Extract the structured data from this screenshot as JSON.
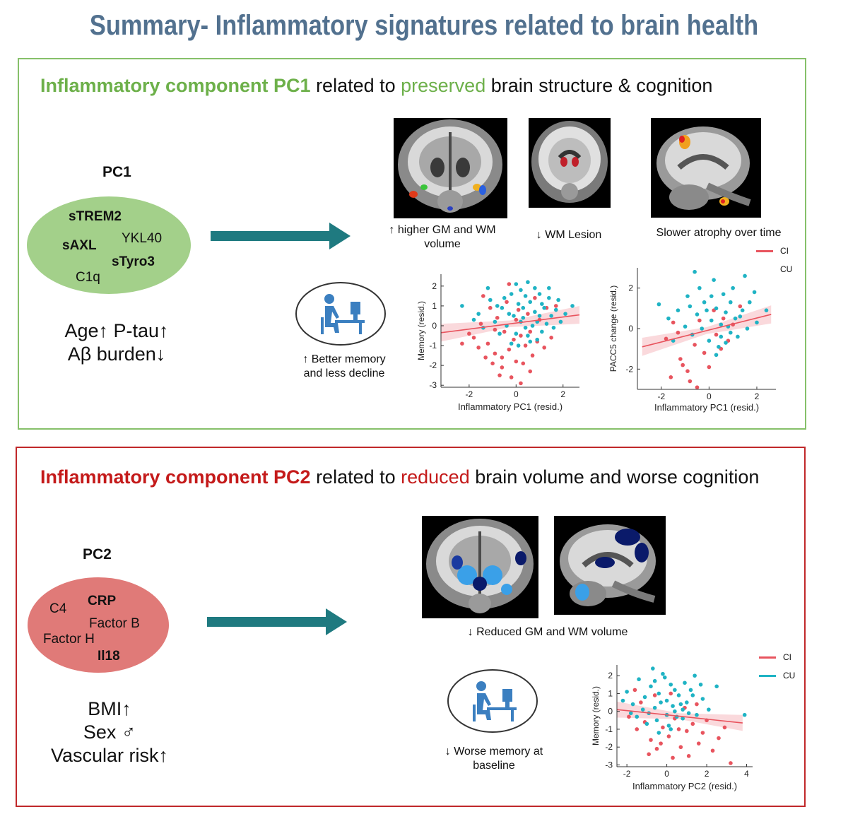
{
  "title": "Summary- Inflammatory signatures related to brain health",
  "panel1": {
    "heading_lead": "Inflammatory component PC1",
    "heading_mid": " related to ",
    "heading_key": "preserved",
    "heading_tail": " brain structure & cognition",
    "pc_label": "PC1",
    "markers": [
      "sTREM2",
      "YKL40",
      "sAXL",
      "sTyro3",
      "C1q"
    ],
    "risk_lines": [
      "Age↑ P-tau↑",
      "Aβ burden↓"
    ],
    "brain_captions": [
      "↑ higher GM and WM volume",
      "↓ WM Lesion",
      "Slower atrophy over time"
    ],
    "cognition_caption": "↑ Better memory and less decline",
    "legend": [
      "CI",
      "CU"
    ]
  },
  "panel2": {
    "heading_lead": "Inflammatory component PC2",
    "heading_mid": " related to ",
    "heading_key": "reduced",
    "heading_tail": " brain volume and worse cognition",
    "pc_label": "PC2",
    "markers": [
      "C4",
      "CRP",
      "Factor B",
      "Factor H",
      "Il18"
    ],
    "risk_lines": [
      "BMI↑",
      "Sex ♂",
      "Vascular risk↑"
    ],
    "brain_caption": "↓ Reduced GM and WM volume",
    "cognition_caption": "↓ Worse memory at baseline",
    "legend": [
      "CI",
      "CU"
    ]
  },
  "colors": {
    "ci": "#e8545e",
    "cu": "#1fb3c4",
    "arrow": "#1f7a80",
    "pc1_fill": "#a3d08a",
    "pc2_fill": "#e07a78"
  },
  "chart_data": [
    {
      "type": "scatter",
      "xlabel": "Inflammatory PC1 (resid.)",
      "ylabel": "Memory (resid.)",
      "xlim": [
        -3.2,
        2.7
      ],
      "ylim": [
        -3.1,
        2.6
      ],
      "xticks": [
        -2,
        0,
        2
      ],
      "yticks": [
        2,
        1,
        0,
        -1,
        -2,
        -3
      ],
      "fit": {
        "x": [
          -3.2,
          2.7
        ],
        "y": [
          -0.35,
          0.55
        ]
      },
      "series": [
        {
          "name": "CI",
          "points": [
            [
              -1.8,
              -0.6
            ],
            [
              -1.2,
              -0.9
            ],
            [
              -0.9,
              -1.4
            ],
            [
              -0.6,
              -2.1
            ],
            [
              -0.3,
              -1.2
            ],
            [
              0.0,
              -1.8
            ],
            [
              0.2,
              -0.5
            ],
            [
              -1.5,
              0.1
            ],
            [
              -0.8,
              0.4
            ],
            [
              0.4,
              -1.0
            ],
            [
              0.6,
              -2.3
            ],
            [
              -0.2,
              -2.6
            ],
            [
              0.9,
              -0.8
            ],
            [
              -1.0,
              -1.9
            ],
            [
              -0.5,
              -0.3
            ],
            [
              0.1,
              0.8
            ],
            [
              -1.3,
              -1.6
            ],
            [
              0.7,
              -1.5
            ],
            [
              -0.4,
              1.2
            ],
            [
              1.2,
              -1.1
            ],
            [
              -2.0,
              -0.4
            ],
            [
              -0.7,
              -2.5
            ],
            [
              0.3,
              -1.9
            ],
            [
              1.0,
              0.3
            ],
            [
              -1.1,
              0.9
            ],
            [
              0.5,
              0.6
            ],
            [
              -0.1,
              -0.7
            ],
            [
              1.5,
              -0.6
            ],
            [
              -1.6,
              -1.1
            ],
            [
              0.8,
              1.4
            ],
            [
              -0.3,
              2.1
            ],
            [
              -1.4,
              1.5
            ],
            [
              0.2,
              -2.9
            ],
            [
              1.3,
              0.9
            ],
            [
              -0.9,
              -0.2
            ],
            [
              0.0,
              0.3
            ],
            [
              -2.3,
              -0.9
            ],
            [
              0.6,
              -0.3
            ],
            [
              1.7,
              1.0
            ],
            [
              -0.6,
              -1.6
            ]
          ]
        },
        {
          "name": "CU",
          "points": [
            [
              -2.3,
              1.0
            ],
            [
              -1.6,
              0.6
            ],
            [
              -1.1,
              1.3
            ],
            [
              -0.6,
              0.9
            ],
            [
              -0.2,
              1.6
            ],
            [
              0.1,
              1.1
            ],
            [
              0.3,
              0.4
            ],
            [
              0.6,
              1.2
            ],
            [
              0.9,
              0.2
            ],
            [
              1.2,
              0.9
            ],
            [
              1.5,
              0.5
            ],
            [
              1.8,
              1.3
            ],
            [
              2.1,
              0.6
            ],
            [
              -0.4,
              0.0
            ],
            [
              0.0,
              -0.4
            ],
            [
              0.4,
              -0.1
            ],
            [
              0.8,
              0.7
            ],
            [
              1.1,
              -0.3
            ],
            [
              -0.9,
              0.2
            ],
            [
              -1.4,
              -0.1
            ],
            [
              0.2,
              1.8
            ],
            [
              0.5,
              2.2
            ],
            [
              1.0,
              1.6
            ],
            [
              1.4,
              1.9
            ],
            [
              -0.1,
              0.5
            ],
            [
              0.7,
              0.0
            ],
            [
              1.6,
              -0.1
            ],
            [
              -0.5,
              1.4
            ],
            [
              0.3,
              0.9
            ],
            [
              0.9,
              -0.7
            ],
            [
              1.9,
              0.2
            ],
            [
              -1.8,
              0.3
            ],
            [
              -0.7,
              -0.4
            ],
            [
              0.1,
              -1.0
            ],
            [
              0.6,
              -0.8
            ],
            [
              1.3,
              0.1
            ],
            [
              2.4,
              1.0
            ],
            [
              -0.3,
              0.6
            ],
            [
              0.4,
              1.5
            ],
            [
              1.1,
              1.1
            ],
            [
              -1.2,
              1.9
            ],
            [
              0.0,
              2.1
            ],
            [
              0.8,
              1.9
            ],
            [
              1.7,
              0.8
            ],
            [
              -0.8,
              1.0
            ],
            [
              0.2,
              0.2
            ],
            [
              0.5,
              -0.5
            ],
            [
              1.0,
              0.5
            ],
            [
              -0.2,
              -0.9
            ],
            [
              1.4,
              1.4
            ]
          ]
        }
      ]
    },
    {
      "type": "scatter",
      "xlabel": "Inflammatory PC1 (resid.)",
      "ylabel": "PACC5 change (resid.)",
      "xlim": [
        -3.0,
        2.8
      ],
      "ylim": [
        -3.0,
        3.0
      ],
      "xticks": [
        -2,
        0,
        2
      ],
      "yticks": [
        2,
        0,
        -2
      ],
      "fit": {
        "x": [
          -2.8,
          2.6
        ],
        "y": [
          -0.9,
          0.7
        ]
      },
      "series": [
        {
          "name": "CI",
          "points": [
            [
              -1.8,
              -0.5
            ],
            [
              -1.2,
              -1.5
            ],
            [
              -0.9,
              -2.1
            ],
            [
              -0.6,
              -0.8
            ],
            [
              -0.2,
              -1.2
            ],
            [
              0.0,
              -1.9
            ],
            [
              0.3,
              -0.3
            ],
            [
              -1.5,
              0.3
            ],
            [
              -0.8,
              -2.6
            ],
            [
              0.5,
              -1.0
            ],
            [
              -1.1,
              -1.8
            ],
            [
              0.8,
              -0.6
            ],
            [
              -0.4,
              0.4
            ],
            [
              0.2,
              0.9
            ],
            [
              -1.6,
              -2.4
            ],
            [
              1.0,
              0.2
            ],
            [
              -0.5,
              -2.9
            ],
            [
              0.6,
              0.5
            ],
            [
              -1.3,
              -0.2
            ],
            [
              1.3,
              1.1
            ]
          ]
        },
        {
          "name": "CU",
          "points": [
            [
              -2.1,
              1.2
            ],
            [
              -1.7,
              0.5
            ],
            [
              -1.3,
              0.9
            ],
            [
              -0.9,
              1.6
            ],
            [
              -0.5,
              0.7
            ],
            [
              -0.2,
              1.3
            ],
            [
              0.1,
              0.4
            ],
            [
              0.3,
              1.0
            ],
            [
              0.5,
              0.2
            ],
            [
              0.7,
              0.8
            ],
            [
              0.9,
              -0.2
            ],
            [
              1.1,
              0.5
            ],
            [
              1.4,
              0.9
            ],
            [
              1.7,
              1.3
            ],
            [
              2.0,
              0.3
            ],
            [
              -0.7,
              -0.3
            ],
            [
              -0.3,
              0.0
            ],
            [
              0.0,
              -0.6
            ],
            [
              0.4,
              -0.9
            ],
            [
              0.8,
              0.1
            ],
            [
              1.2,
              -0.4
            ],
            [
              -1.0,
              0.1
            ],
            [
              -0.4,
              2.0
            ],
            [
              0.2,
              2.4
            ],
            [
              0.6,
              1.7
            ],
            [
              1.0,
              2.0
            ],
            [
              1.5,
              2.6
            ],
            [
              -1.5,
              -0.6
            ],
            [
              -0.1,
              0.9
            ],
            [
              0.5,
              -0.4
            ],
            [
              1.3,
              0.6
            ],
            [
              1.9,
              1.8
            ],
            [
              -0.8,
              1.1
            ],
            [
              0.3,
              -1.3
            ],
            [
              0.9,
              1.3
            ],
            [
              2.4,
              0.9
            ],
            [
              -0.6,
              2.8
            ],
            [
              0.1,
              1.6
            ],
            [
              0.7,
              -0.7
            ],
            [
              1.6,
              0.0
            ]
          ]
        }
      ]
    },
    {
      "type": "scatter",
      "xlabel": "Inflammatory PC2 (resid.)",
      "ylabel": "Memory (resid.)",
      "xlim": [
        -2.5,
        4.3
      ],
      "ylim": [
        -3.1,
        2.6
      ],
      "xticks": [
        -2,
        0,
        2,
        4
      ],
      "yticks": [
        2,
        1,
        0,
        -1,
        -2,
        -3
      ],
      "fit": {
        "x": [
          -2.5,
          3.8
        ],
        "y": [
          0.1,
          -0.65
        ]
      },
      "series": [
        {
          "name": "CI",
          "points": [
            [
              -1.9,
              -0.3
            ],
            [
              -1.5,
              -1.0
            ],
            [
              -1.1,
              -0.6
            ],
            [
              -0.8,
              -1.6
            ],
            [
              -0.5,
              -2.1
            ],
            [
              -0.2,
              -0.9
            ],
            [
              0.1,
              -1.4
            ],
            [
              0.4,
              -0.4
            ],
            [
              0.7,
              -2.0
            ],
            [
              1.0,
              -1.1
            ],
            [
              1.3,
              -0.7
            ],
            [
              1.6,
              -1.8
            ],
            [
              2.0,
              -0.5
            ],
            [
              2.3,
              -2.2
            ],
            [
              -1.3,
              0.5
            ],
            [
              -0.6,
              0.9
            ],
            [
              0.3,
              -2.6
            ],
            [
              0.9,
              0.2
            ],
            [
              1.8,
              -1.2
            ],
            [
              2.6,
              -1.5
            ],
            [
              -0.9,
              -2.4
            ],
            [
              0.0,
              -0.2
            ],
            [
              1.1,
              -2.5
            ],
            [
              3.2,
              -2.9
            ],
            [
              -1.6,
              1.2
            ],
            [
              0.6,
              -1.0
            ],
            [
              1.5,
              0.4
            ],
            [
              -0.3,
              -1.8
            ],
            [
              2.9,
              -0.9
            ],
            [
              0.2,
              1.0
            ]
          ]
        },
        {
          "name": "CU",
          "points": [
            [
              -2.0,
              1.1
            ],
            [
              -1.7,
              0.4
            ],
            [
              -1.4,
              1.8
            ],
            [
              -1.1,
              0.8
            ],
            [
              -0.8,
              1.4
            ],
            [
              -0.6,
              0.2
            ],
            [
              -0.4,
              1.0
            ],
            [
              -0.2,
              2.1
            ],
            [
              0.0,
              0.6
            ],
            [
              0.2,
              1.5
            ],
            [
              0.4,
              0.0
            ],
            [
              0.6,
              0.9
            ],
            [
              0.8,
              -0.4
            ],
            [
              1.0,
              0.5
            ],
            [
              1.2,
              1.2
            ],
            [
              1.5,
              -0.2
            ],
            [
              1.8,
              0.7
            ],
            [
              2.1,
              0.1
            ],
            [
              -1.5,
              -0.3
            ],
            [
              -1.0,
              -0.7
            ],
            [
              -0.5,
              -0.5
            ],
            [
              0.1,
              -0.8
            ],
            [
              0.5,
              -0.3
            ],
            [
              0.9,
              1.6
            ],
            [
              1.4,
              2.0
            ],
            [
              -0.7,
              2.4
            ],
            [
              -0.1,
              1.9
            ],
            [
              0.3,
              0.3
            ],
            [
              0.7,
              0.4
            ],
            [
              1.1,
              -0.1
            ],
            [
              -1.2,
              0.1
            ],
            [
              -0.3,
              0.5
            ],
            [
              2.5,
              1.4
            ],
            [
              -1.8,
              -0.1
            ],
            [
              0.0,
              -0.2
            ],
            [
              0.4,
              1.2
            ],
            [
              0.8,
              0.1
            ],
            [
              1.3,
              0.9
            ],
            [
              -0.9,
              -0.1
            ],
            [
              3.9,
              -0.2
            ],
            [
              -0.4,
              -1.2
            ],
            [
              0.2,
              -1.0
            ],
            [
              1.7,
              1.5
            ],
            [
              -2.2,
              0.6
            ],
            [
              -0.6,
              1.7
            ]
          ]
        }
      ]
    }
  ]
}
